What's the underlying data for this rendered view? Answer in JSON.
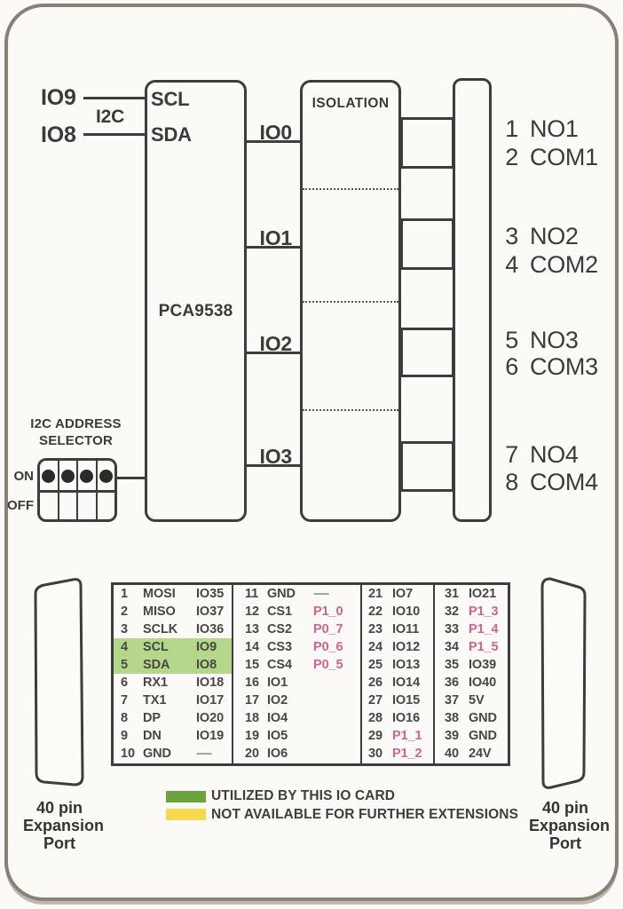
{
  "schematic": {
    "inputs": {
      "io9": "IO9",
      "bus": "I2C",
      "io8": "IO8"
    },
    "chip": {
      "name": "PCA9538",
      "scl": "SCL",
      "sda": "SDA",
      "outputs": [
        "IO0",
        "IO1",
        "IO2",
        "IO3"
      ]
    },
    "isolation_label": "ISOLATION",
    "relays": [
      {
        "pin": "1",
        "name": "NO1"
      },
      {
        "pin": "2",
        "name": "COM1"
      },
      {
        "pin": "3",
        "name": "NO2"
      },
      {
        "pin": "4",
        "name": "COM2"
      },
      {
        "pin": "5",
        "name": "NO3"
      },
      {
        "pin": "6",
        "name": "COM3"
      },
      {
        "pin": "7",
        "name": "NO4"
      },
      {
        "pin": "8",
        "name": "COM4"
      }
    ],
    "address_selector": {
      "line1": "I2C ADDRESS",
      "line2": "SELECTOR",
      "on": "ON",
      "off": "OFF",
      "positions": 4
    }
  },
  "pin_table": {
    "columns": [
      {
        "rows": [
          {
            "num": "1",
            "name": "MOSI",
            "ext": "IO35"
          },
          {
            "num": "2",
            "name": "MISO",
            "ext": "IO37"
          },
          {
            "num": "3",
            "name": "SCLK",
            "ext": "IO36"
          },
          {
            "num": "4",
            "name": "SCL",
            "ext": "IO9",
            "highlight": true
          },
          {
            "num": "5",
            "name": "SDA",
            "ext": "IO8",
            "highlight": true
          },
          {
            "num": "6",
            "name": "RX1",
            "ext": "IO18"
          },
          {
            "num": "7",
            "name": "TX1",
            "ext": "IO17"
          },
          {
            "num": "8",
            "name": "DP",
            "ext": "IO20"
          },
          {
            "num": "9",
            "name": "DN",
            "ext": "IO19"
          },
          {
            "num": "10",
            "name": "GND",
            "ext": "-----",
            "ext_dim": true
          }
        ]
      },
      {
        "rows": [
          {
            "num": "11",
            "name": "GND",
            "ext": "-----",
            "ext_dim": true
          },
          {
            "num": "12",
            "name": "CS1",
            "ext": "P1_0",
            "ext_pink": true
          },
          {
            "num": "13",
            "name": "CS2",
            "ext": "P0_7",
            "ext_pink": true
          },
          {
            "num": "14",
            "name": "CS3",
            "ext": "P0_6",
            "ext_pink": true
          },
          {
            "num": "15",
            "name": "CS4",
            "ext": "P0_5",
            "ext_pink": true
          },
          {
            "num": "16",
            "name": "IO1"
          },
          {
            "num": "17",
            "name": "IO2"
          },
          {
            "num": "18",
            "name": "IO4"
          },
          {
            "num": "19",
            "name": "IO5"
          },
          {
            "num": "20",
            "name": "IO6"
          }
        ]
      },
      {
        "rows": [
          {
            "num": "21",
            "name": "IO7"
          },
          {
            "num": "22",
            "name": "IO10"
          },
          {
            "num": "23",
            "name": "IO11"
          },
          {
            "num": "24",
            "name": "IO12"
          },
          {
            "num": "25",
            "name": "IO13"
          },
          {
            "num": "26",
            "name": "IO14"
          },
          {
            "num": "27",
            "name": "IO15"
          },
          {
            "num": "28",
            "name": "IO16"
          },
          {
            "num": "29",
            "name": "P1_1",
            "name_pink": true
          },
          {
            "num": "30",
            "name": "P1_2",
            "name_pink": true
          }
        ]
      },
      {
        "rows": [
          {
            "num": "31",
            "name": "IO21"
          },
          {
            "num": "32",
            "name": "P1_3",
            "name_pink": true
          },
          {
            "num": "33",
            "name": "P1_4",
            "name_pink": true
          },
          {
            "num": "34",
            "name": "P1_5",
            "name_pink": true
          },
          {
            "num": "35",
            "name": "IO39"
          },
          {
            "num": "36",
            "name": "IO40"
          },
          {
            "num": "37",
            "name": "5V"
          },
          {
            "num": "38",
            "name": "GND"
          },
          {
            "num": "39",
            "name": "GND"
          },
          {
            "num": "40",
            "name": "24V"
          }
        ]
      }
    ]
  },
  "legend": {
    "items": [
      {
        "label": "UTILIZED BY THIS IO CARD",
        "color": "#6ba33e"
      },
      {
        "label": "NOT AVAILABLE FOR FURTHER EXTENSIONS",
        "color": "#f6d94e"
      }
    ]
  },
  "ports": {
    "left": {
      "line1": "40 pin",
      "line2": "Expansion",
      "line3": "Port"
    },
    "right": {
      "line1": "40 pin",
      "line2": "Expansion",
      "line3": "Port"
    }
  },
  "colors": {
    "stroke": "#3d3d3d",
    "text": "#3b3b3b",
    "card": "#8b8073",
    "pink": "#d2638e",
    "hl": "#b5d78b",
    "green": "#6ba33e",
    "yellow": "#f6d94e",
    "dim": "#9a9a9a",
    "bg": "#fbfaf7"
  }
}
